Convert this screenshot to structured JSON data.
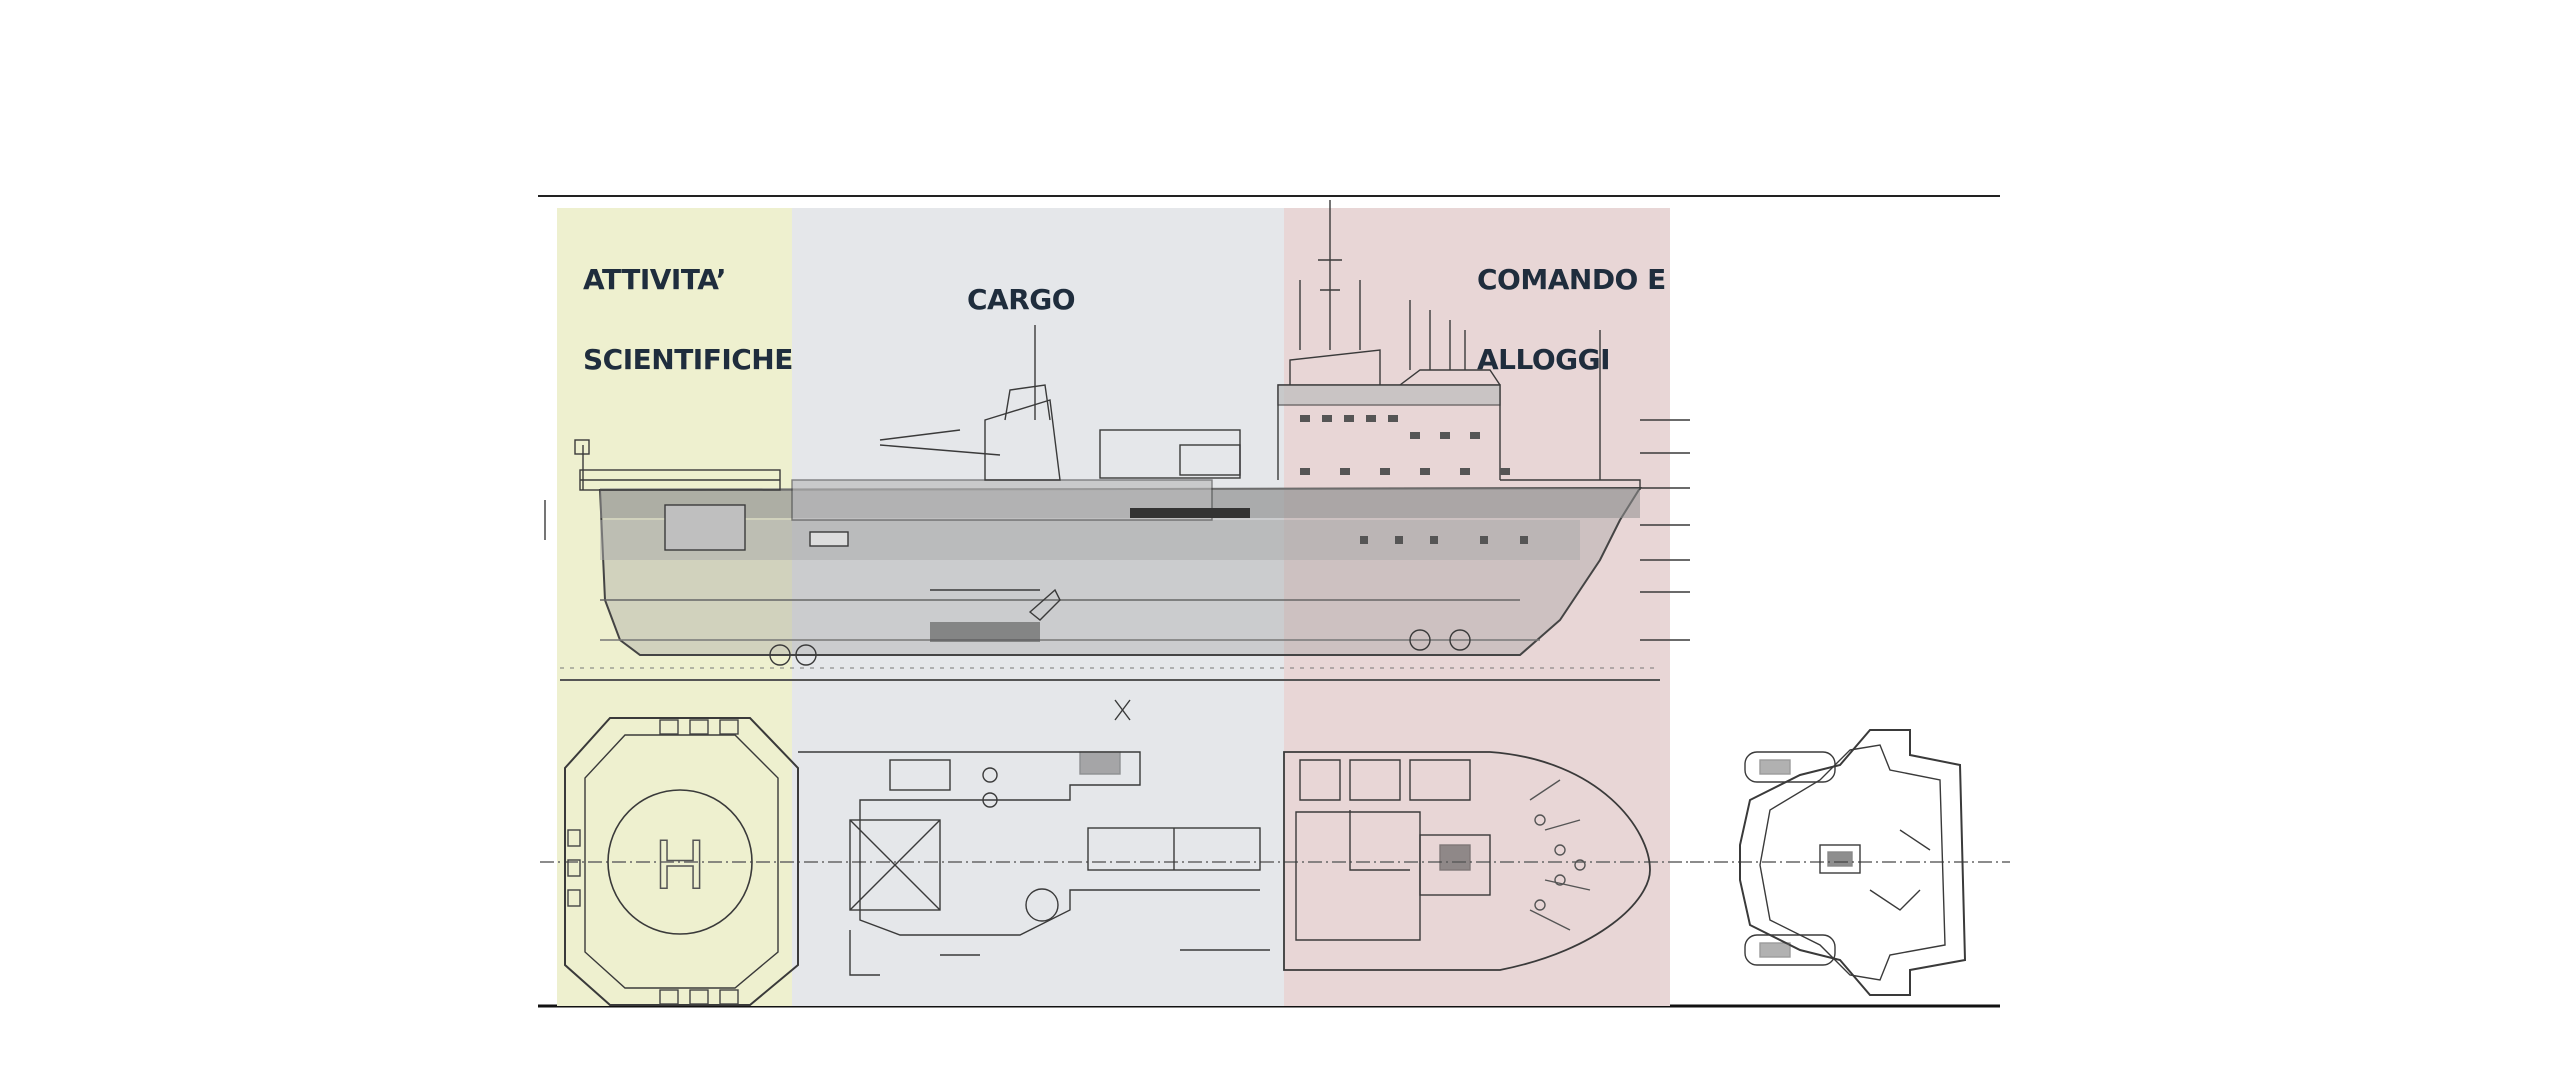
{
  "colors": {
    "background": "#ffffff",
    "scientific_zone": "#eef0cf",
    "cargo_zone": "#e5e7ea",
    "command_zone": "#e8d6d6",
    "drawing_line": "#3a3a3a",
    "hull_fill": "#9a9a9a",
    "label_text": "#1f2d3d"
  },
  "zones": {
    "scientific": {
      "label_line1": "ATTIVITA’",
      "label_line2": "SCIENTIFICHE"
    },
    "cargo": {
      "label_line1": "CARGO"
    },
    "command": {
      "label_line1": "COMANDO E",
      "label_line2": "ALLOGGI"
    }
  },
  "drawings": {
    "side_view": "ship-profile",
    "deck_plan": "ship-deck-plan",
    "front_view": "ship-bow-plan",
    "helipad_symbol": "H"
  }
}
